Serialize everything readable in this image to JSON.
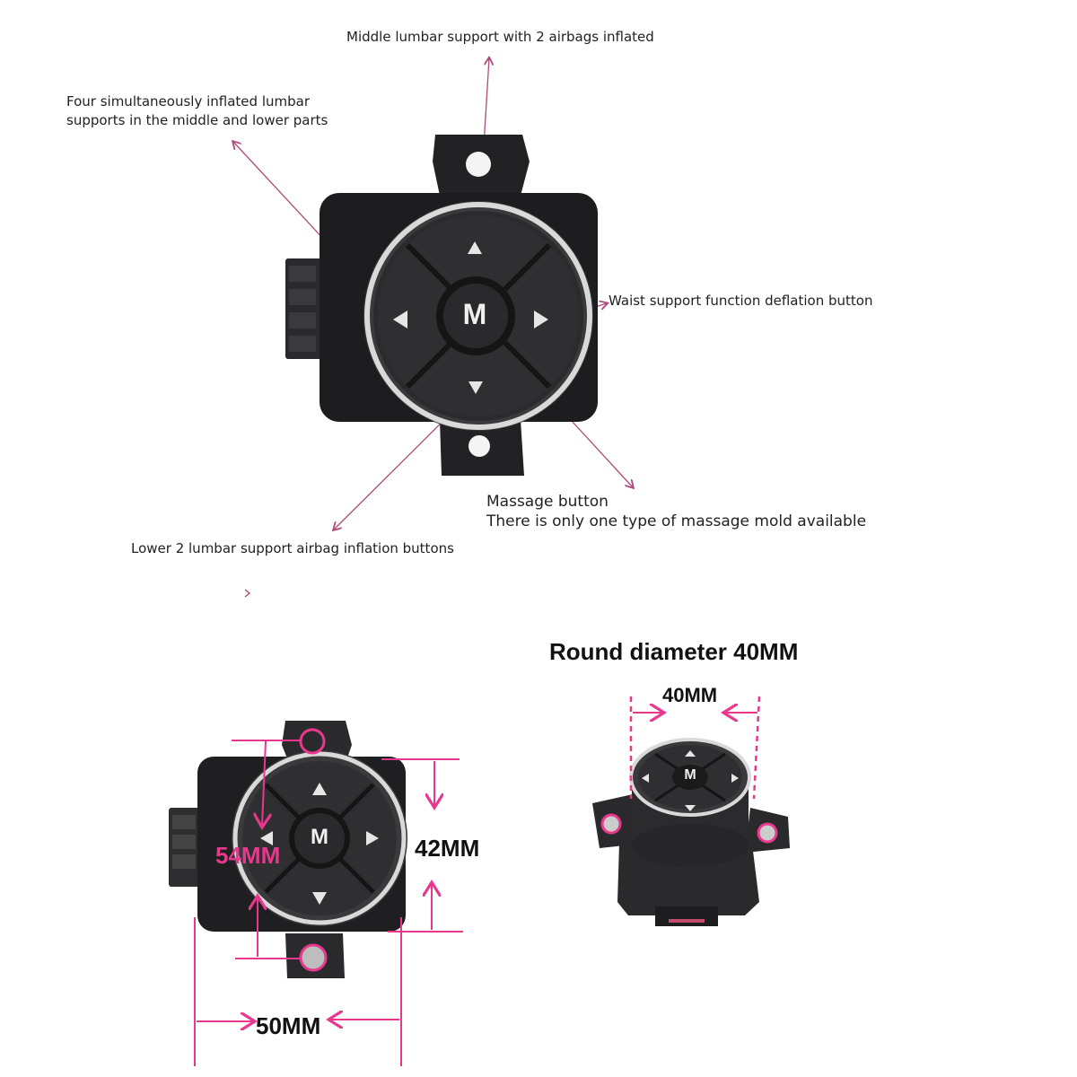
{
  "callouts": {
    "middle_lumbar": "Middle lumbar support with 2 airbags inflated",
    "four_lumbar_line1": "Four simultaneously inflated lumbar",
    "four_lumbar_line2": "supports in the middle and lower parts",
    "waist_deflation": "Waist support function deflation button",
    "massage_line1": "Massage button",
    "massage_line2": "There is only one type of massage mold available",
    "lower_lumbar": "Lower 2 lumbar support airbag inflation buttons"
  },
  "switch": {
    "center_button_letter": "M"
  },
  "dimensions": {
    "round_title": "Round diameter 40MM",
    "round_diameter": "40MM",
    "bezel_diameter": "54MM",
    "height": "42MM",
    "width": "50MM"
  },
  "colors": {
    "annotation_line": "#b04a7a",
    "dimension_line": "#e8388e",
    "switch_body": "#1d1d1f",
    "chrome_ring": "#d9d9d9"
  }
}
